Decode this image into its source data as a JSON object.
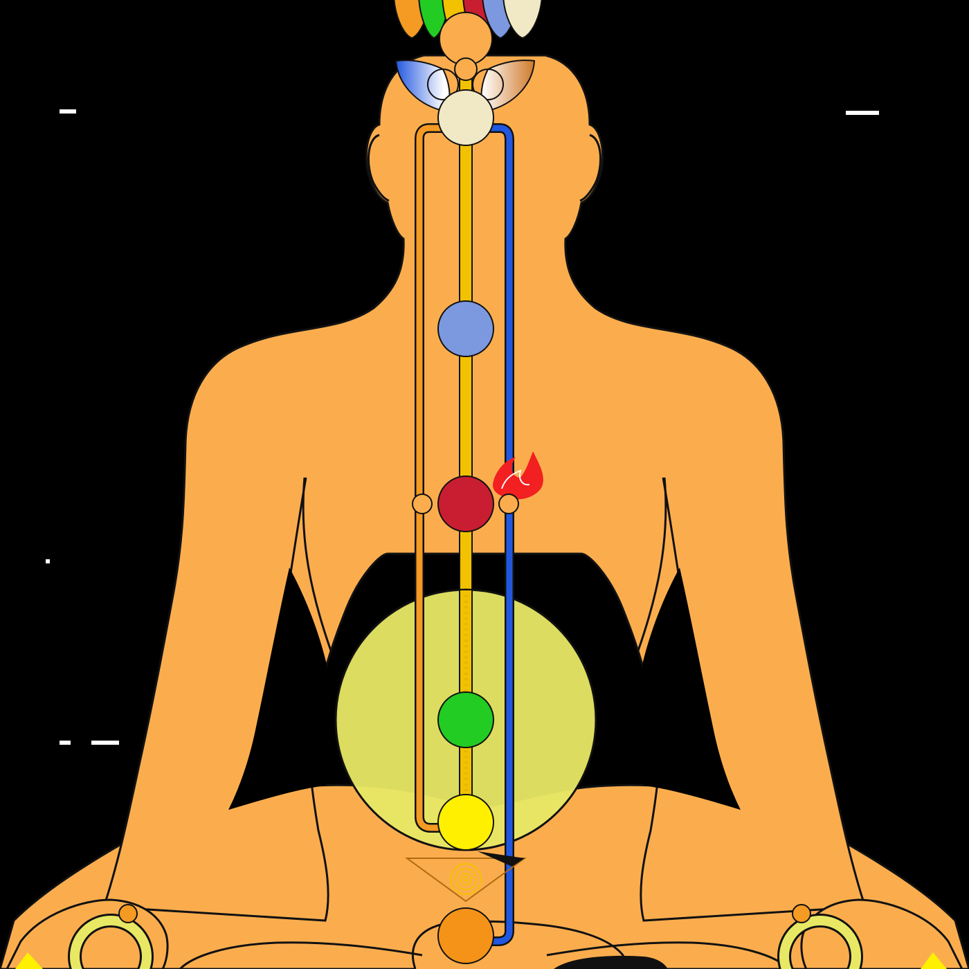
{
  "colors": {
    "background": "#000000",
    "body": "#FBAD4E",
    "outline": "#111111",
    "ida_channel": "#F59A23",
    "pingala_channel": "#2258E0",
    "sushumna_channel": "#F2C200",
    "navel_aura": "#E8E865",
    "flame": "#F22020"
  },
  "chakras": [
    {
      "id": "crown",
      "icon": "lotus-crown-icon",
      "color": "#FBAD4E"
    },
    {
      "id": "third-eye",
      "icon": "third-eye-icon",
      "color": "#F1E9C6"
    },
    {
      "id": "throat",
      "icon": "throat-chakra-icon",
      "color": "#7C99E0"
    },
    {
      "id": "heart",
      "icon": "heart-chakra-icon",
      "color": "#C91E32"
    },
    {
      "id": "solar-plexus",
      "icon": "solar-plexus-chakra-icon",
      "color": "#22CC22"
    },
    {
      "id": "sacral",
      "icon": "sacral-chakra-icon",
      "color": "#FFF000"
    },
    {
      "id": "root",
      "icon": "root-chakra-icon",
      "color": "#F59318"
    }
  ],
  "crown_petals": [
    "#F59A23",
    "#22CC22",
    "#F2C200",
    "#C91E32",
    "#7C99E0",
    "#F1E9C6"
  ]
}
